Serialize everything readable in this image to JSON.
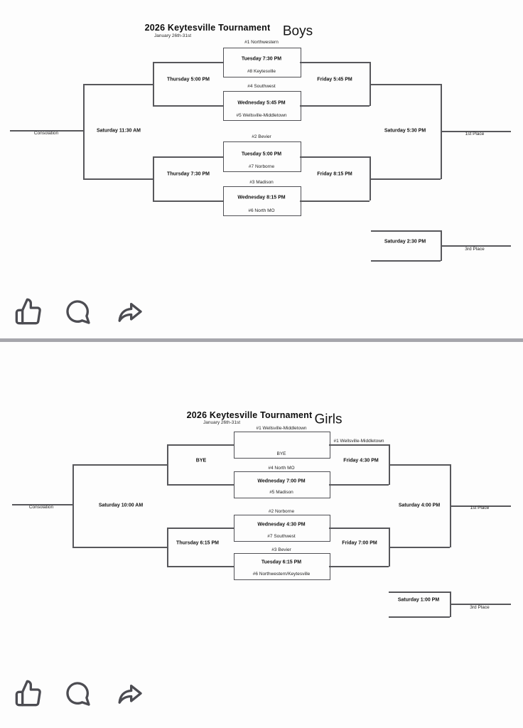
{
  "page": {
    "divider_color": "#a6a6ac"
  },
  "boys": {
    "title": "2026 Keytesville Tournament",
    "dates": "January 26th-31st",
    "gender_label": "Boys",
    "games": {
      "g1": {
        "top": "#1 Northwestern",
        "time": "Tuesday 7:30 PM",
        "bottom": "#8 Keytesville"
      },
      "g2": {
        "top": "#4 Southwest",
        "time": "Wednesday 5:45 PM",
        "bottom": "#5 Wellsville-Middletown"
      },
      "g3": {
        "top": "#2 Bevier",
        "time": "Tuesday 5:00 PM",
        "bottom": "#7 Norborne"
      },
      "g4": {
        "top": "#3 Madison",
        "time": "Wednesday 8:15 PM",
        "bottom": "#6 North MO"
      }
    },
    "consolation_side": {
      "semi_top_time": "Thursday 5:00 PM",
      "semi_bottom_time": "Thursday 7:30 PM",
      "final_time": "Saturday 11:30 AM",
      "place_label": "Consolation"
    },
    "championship_side": {
      "semi_top_time": "Friday 5:45 PM",
      "semi_bottom_time": "Friday 8:15 PM",
      "final_time": "Saturday 5:30 PM",
      "place_label": "1st Place"
    },
    "third_place": {
      "time": "Saturday 2:30 PM",
      "place_label": "3rd Place"
    }
  },
  "girls": {
    "title": "2026 Keytesville Tournament",
    "dates": "January 26th-31st",
    "gender_label": "Girls",
    "games": {
      "g1": {
        "top": "#1 Wellsville-Middletown",
        "bottom": "BYE"
      },
      "g2": {
        "top": "#4 North MO",
        "time": "Wednesday 7:00 PM",
        "bottom": "#5 Madison"
      },
      "g3": {
        "top": "#2 Norborne",
        "time": "Wednesday 4:30 PM",
        "bottom": "#7 Southwest"
      },
      "g4": {
        "top": "#3 Bevier",
        "time": "Tuesday 6:15 PM",
        "bottom": "#6 Northwestern/Keytesville"
      }
    },
    "consolation_side": {
      "semi_top_time": "BYE",
      "semi_bottom_time": "Thursday 6:15 PM",
      "final_time": "Saturday 10:00 AM",
      "place_label": "Consolation"
    },
    "championship_side": {
      "advancing_team": "#1 Wellsville-Middletown",
      "semi_top_time": "Friday 4:30 PM",
      "semi_bottom_time": "Friday 7:00 PM",
      "final_time": "Saturday 4:00 PM",
      "place_label": "1st Place"
    },
    "third_place": {
      "time": "Saturday 1:00 PM",
      "place_label": "3rd Place"
    }
  },
  "social_bar": {
    "like_icon": "thumbs-up",
    "comment_icon": "speech-bubble",
    "share_icon": "share-arrow"
  }
}
